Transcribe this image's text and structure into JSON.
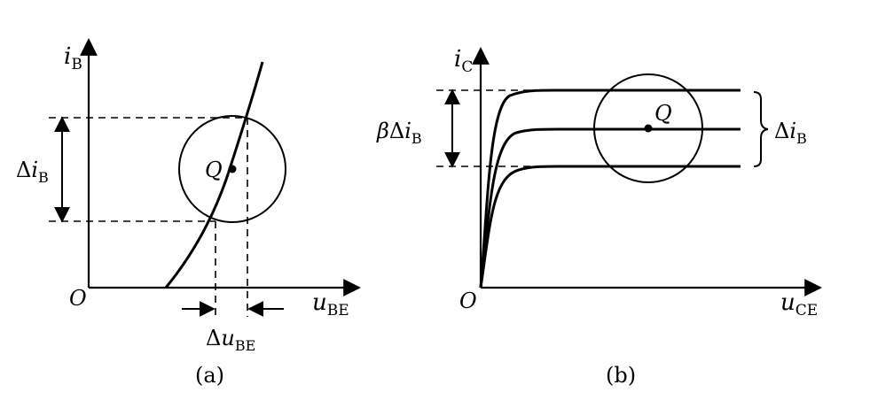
{
  "panel_a": {
    "y_axis_var": "i",
    "y_axis_sub": "B",
    "x_axis_var": "u",
    "x_axis_sub": "BE",
    "origin": "O",
    "point": "Q",
    "delta": "Δ",
    "delta_y_var": "i",
    "delta_y_sub": "B",
    "delta_x_var": "u",
    "delta_x_sub": "BE",
    "caption": "(a)"
  },
  "panel_b": {
    "y_axis_var": "i",
    "y_axis_sub": "C",
    "x_axis_var": "u",
    "x_axis_sub": "CE",
    "origin": "O",
    "point": "Q",
    "beta": "β",
    "delta": "Δ",
    "left_var": "i",
    "left_sub": "B",
    "right_delta": "Δ",
    "right_var": "i",
    "right_sub": "B",
    "caption": "(b)"
  }
}
